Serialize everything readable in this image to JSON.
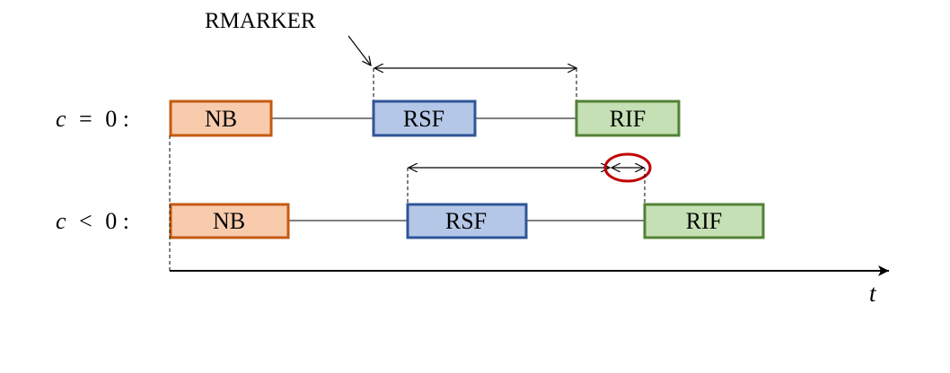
{
  "colors": {
    "nb_fill": "#f8cbad",
    "nb_stroke": "#c55a11",
    "rsf_fill": "#b4c7e7",
    "rsf_stroke": "#2f5597",
    "rif_fill": "#c5e0b4",
    "rif_stroke": "#538135",
    "ellipse_stroke": "#c00000"
  },
  "annotation": {
    "text": "RMARKER"
  },
  "axis": {
    "label": "t"
  },
  "rows": [
    {
      "condition": {
        "var": "c",
        "op": "=",
        "val": "0",
        "colon": ":"
      },
      "boxes": {
        "nb": "NB",
        "rsf": "RSF",
        "rif": "RIF"
      }
    },
    {
      "condition": {
        "var": "c",
        "op": "<",
        "val": "0",
        "colon": ":"
      },
      "boxes": {
        "nb": "NB",
        "rsf": "RSF",
        "rif": "RIF"
      }
    }
  ]
}
